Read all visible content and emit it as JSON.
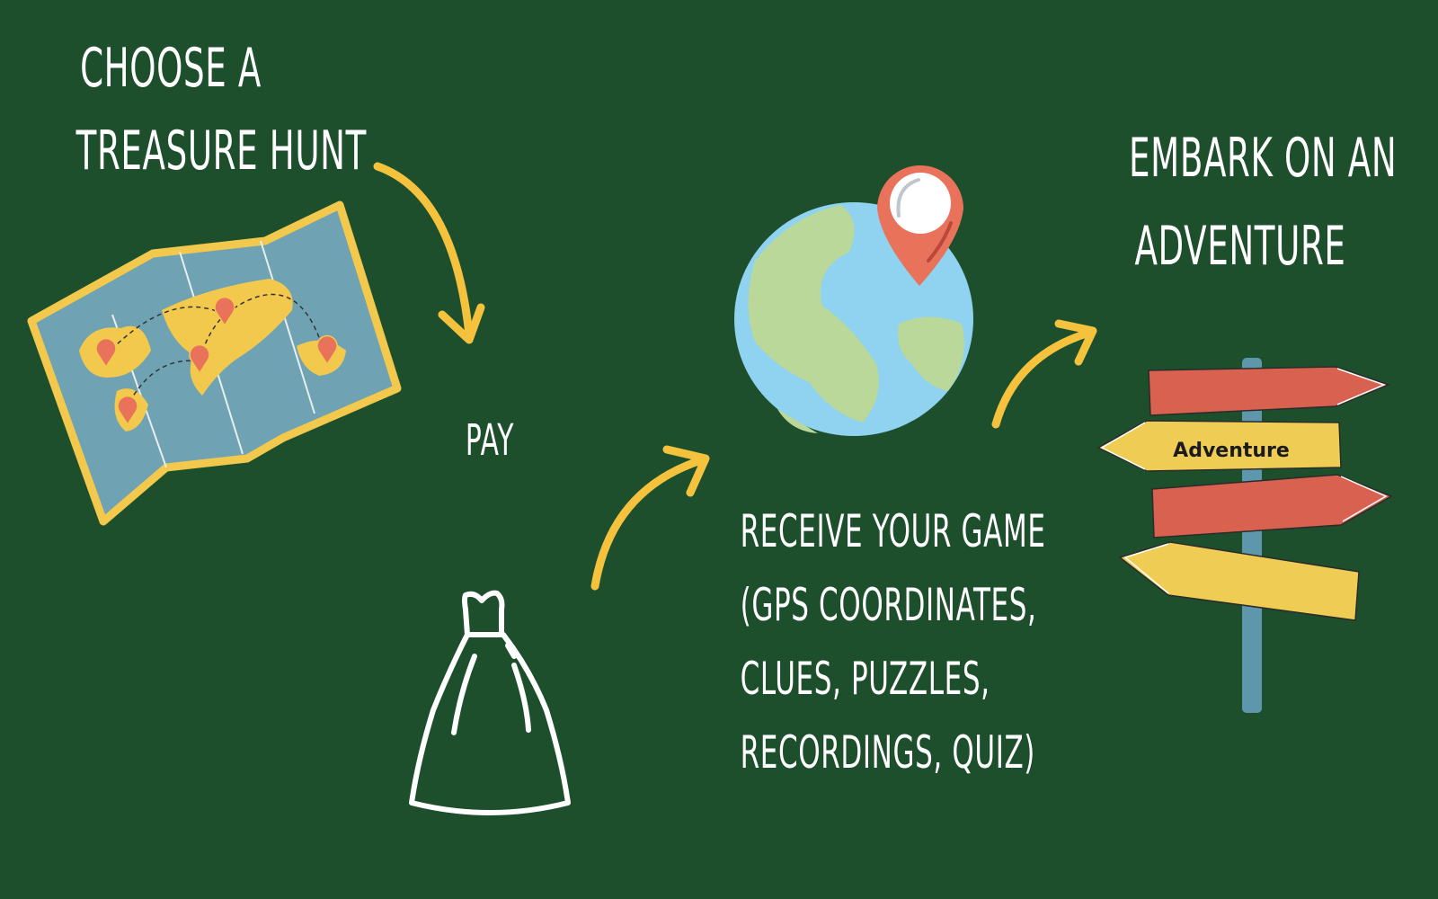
{
  "steps": {
    "choose": {
      "line1": "choose a",
      "line2": "Treasure hunt",
      "icon": "folded-world-map-icon"
    },
    "pay": {
      "label": "pay",
      "icon": "wedding-dress-icon"
    },
    "receive": {
      "line1": "receive  Your Game",
      "line2": "(GPS Coordinates,",
      "line3": "clues, puzzles,",
      "line4": "recordings, quiz)",
      "icon": "globe-location-pin-icon"
    },
    "embark": {
      "line1": "Embark on an",
      "line2": "adventure",
      "icon": "signpost-icon",
      "sign_label": "Adventure"
    }
  },
  "colors": {
    "background": "#1d4f2c",
    "arrow": "#f5c23e",
    "text": "#ffffff",
    "map_paper": "#6fa3b3",
    "map_land": "#f2c94c",
    "pin": "#e9735a",
    "ocean": "#8fd3f1",
    "land": "#b9d89a",
    "sign_red": "#d9614f",
    "sign_yellow": "#efcd55"
  }
}
